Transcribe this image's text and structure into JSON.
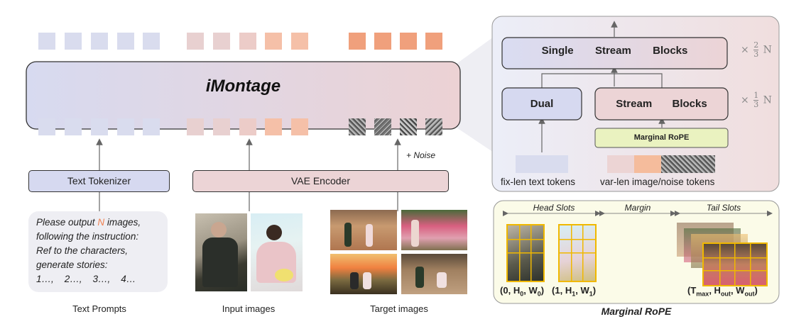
{
  "model_name": "iMontage",
  "left": {
    "text_tokenizer": "Text Tokenizer",
    "vae_encoder": "VAE Encoder",
    "noise_label": "+ Noise",
    "prompt": {
      "line1_pre": "Please output",
      "line1_n": "N",
      "line1_post": "images,",
      "line2": "following the instruction:",
      "line3": "Ref to the characters,",
      "line4": "generate stories:",
      "line5": "1…,    2…,    3…,    4…"
    },
    "captions": {
      "text_prompts": "Text Prompts",
      "input_images": "Input images",
      "target_images": "Target images"
    }
  },
  "right": {
    "single_stream_words": [
      "Single",
      "Stream",
      "Blocks"
    ],
    "dual_label": "Dual",
    "stream_blocks_words": [
      "Stream",
      "Blocks"
    ],
    "marginal_rope_box": "Marginal RoPE",
    "frac_top": {
      "times": "×",
      "num": "2",
      "den": "3",
      "unit": "N"
    },
    "frac_bottom": {
      "times": "×",
      "num": "1",
      "den": "3",
      "unit": "N"
    },
    "fix_len_label": "fix-len text tokens",
    "var_len_label": "var-len image/noise tokens",
    "slots": {
      "head": "Head Slots",
      "margin": "Margin",
      "tail": "Tail Slots"
    },
    "coords": {
      "c1": {
        "t": "0",
        "h": "H",
        "hs": "0",
        "w": "W",
        "ws": "0"
      },
      "c2": {
        "t": "1",
        "h": "H",
        "hs": "1",
        "w": "W",
        "ws": "1"
      },
      "c3": {
        "t": "T",
        "ts": "max",
        "h": "H",
        "hs": "out",
        "w": "W",
        "ws": "out"
      }
    },
    "caption": "Marginal RoPE"
  },
  "colors": {
    "text_token": "#d9dcee",
    "image_token_light": "#e8d0d0",
    "image_token_mid": "#f5c0a8",
    "image_token_dark": "#f0a07c",
    "block_fill_left": "#d6d9f0",
    "block_fill_right": "#ecd4d6",
    "rope_box": "#eaf2c0",
    "slot_border": "#f0b800",
    "panel_bg": "#fbfbe8"
  }
}
